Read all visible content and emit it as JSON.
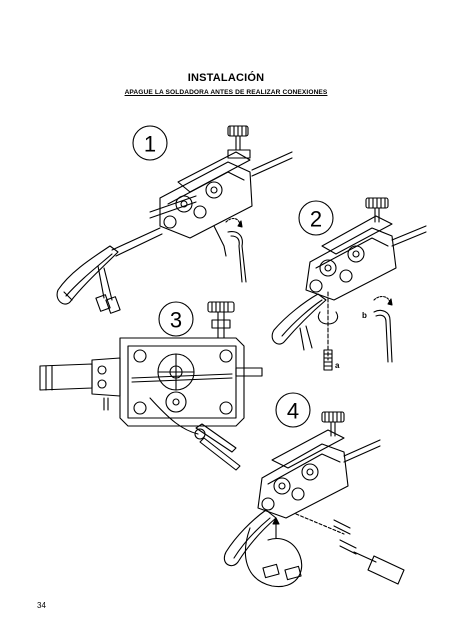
{
  "header": {
    "title": "INSTALACIÓN",
    "subtitle": "APAGUE LA SOLDADORA ANTES DE REALIZAR CONEXIONES"
  },
  "steps": [
    {
      "number": "1"
    },
    {
      "number": "2"
    },
    {
      "number": "3"
    },
    {
      "number": "4"
    }
  ],
  "callouts": {
    "a": "a",
    "b": "b"
  },
  "footer": {
    "page_number": "34"
  }
}
